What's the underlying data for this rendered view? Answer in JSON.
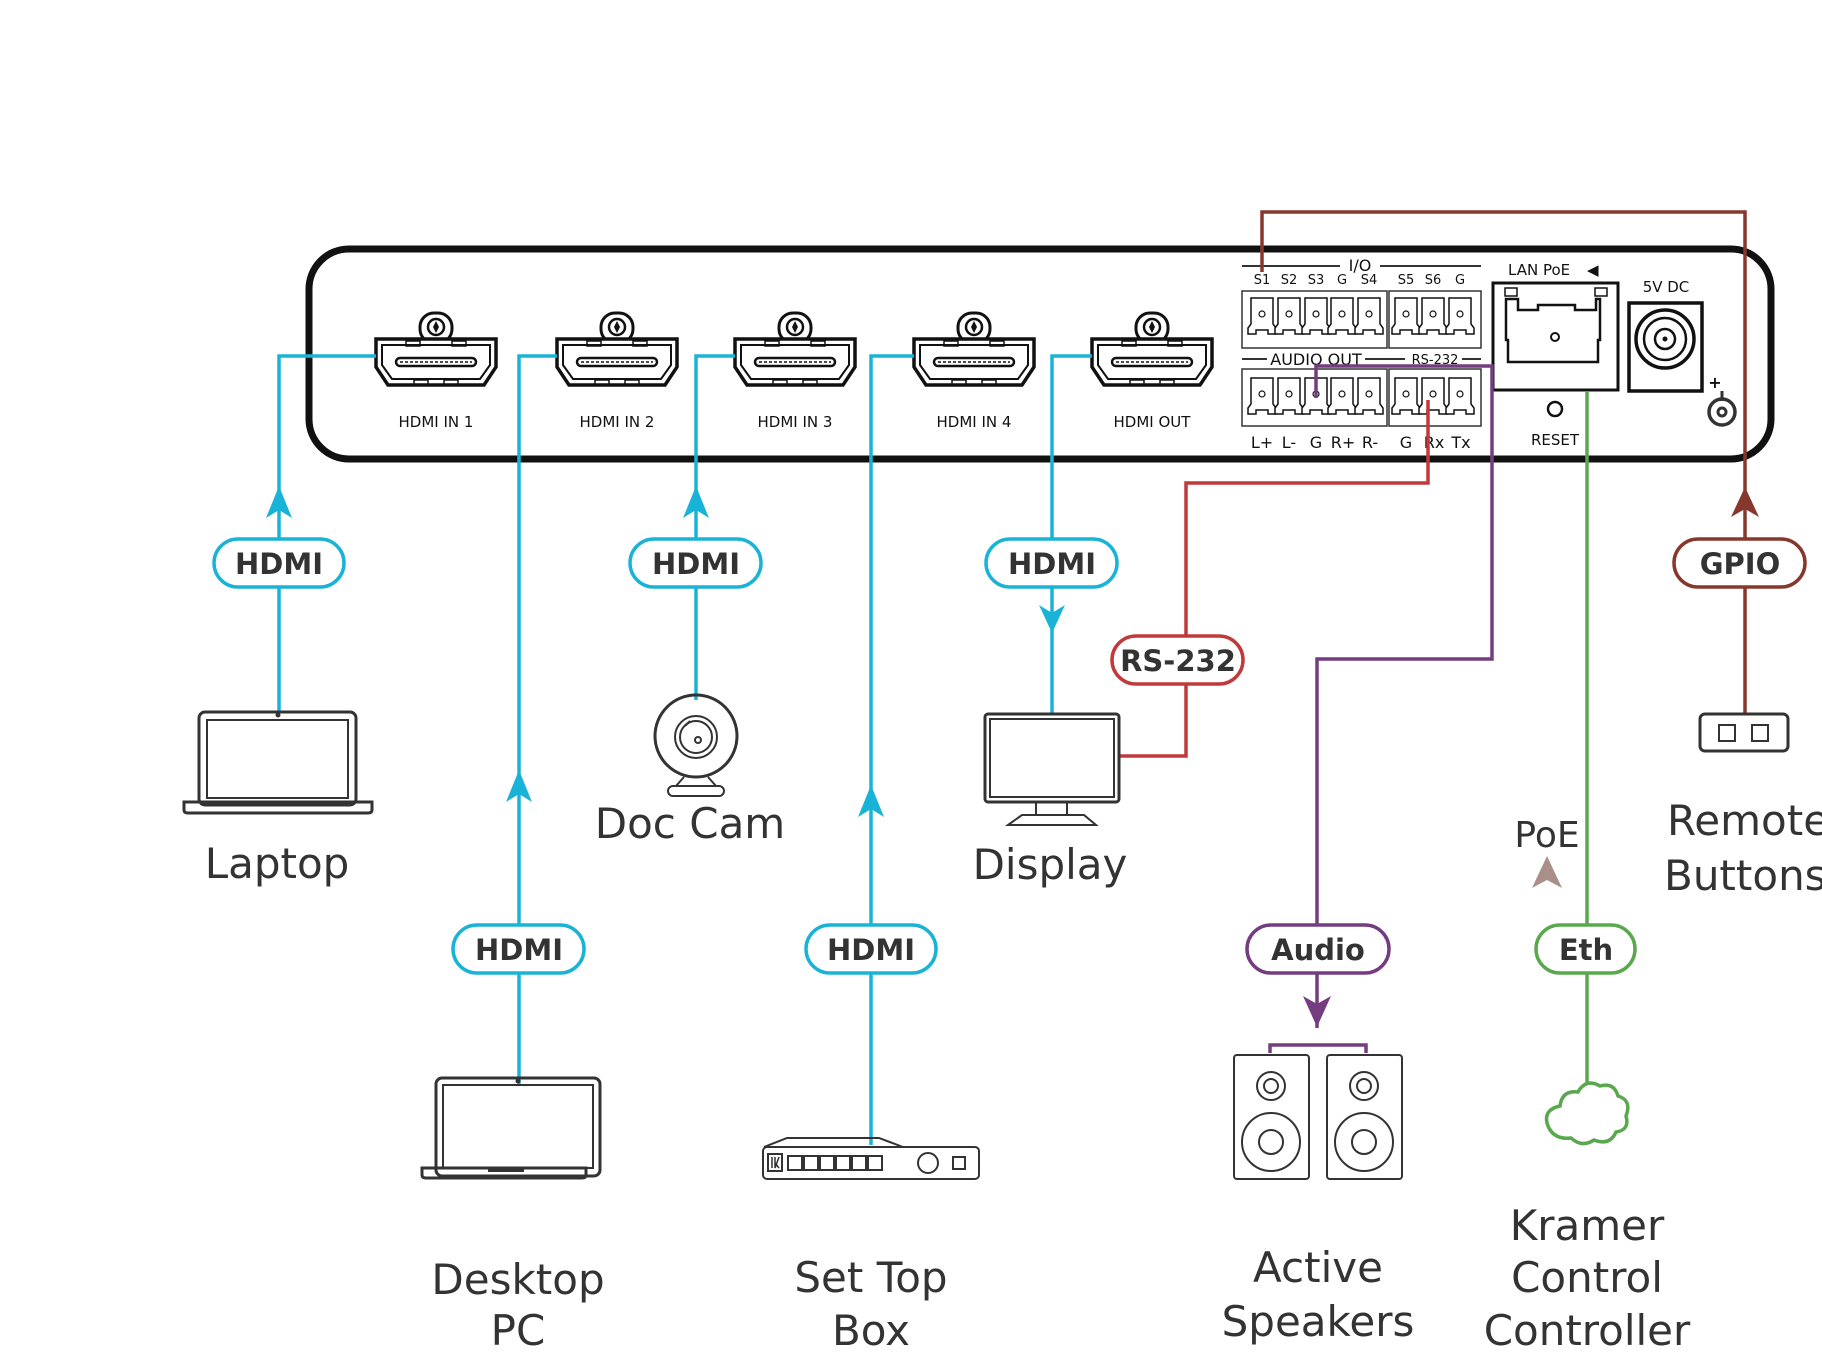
{
  "diagram": {
    "colors": {
      "hdmi": "#1ab3d8",
      "rs232": "#c0393b",
      "gpio": "#87382c",
      "audio": "#743d7f",
      "eth": "#5aa84e",
      "poe_arrow": "#a98f88",
      "device_stroke": "#111111",
      "text": "#333333"
    },
    "device": {
      "ports": [
        {
          "id": "hdmi-in-1",
          "label": "HDMI  IN 1"
        },
        {
          "id": "hdmi-in-2",
          "label": "HDMI  IN 2"
        },
        {
          "id": "hdmi-in-3",
          "label": "HDMI  IN 3"
        },
        {
          "id": "hdmi-in-4",
          "label": "HDMI  IN 4"
        },
        {
          "id": "hdmi-out",
          "label": "HDMI  OUT"
        }
      ],
      "io_header": "I/O",
      "io_pins": [
        "S1",
        "S2",
        "S3",
        "G",
        "S4",
        "S5",
        "S6",
        "G"
      ],
      "audio_out_header": "AUDIO OUT",
      "rs232_header": "RS-232",
      "bottom_pins": [
        "L+",
        "L-",
        "G",
        "R+",
        "R-",
        "G",
        "Rx",
        "Tx"
      ],
      "lan_label": "LAN PoE",
      "lan_arrow": "◀",
      "reset_label": "RESET",
      "power_label": "5V DC",
      "power_polarity": "+"
    },
    "cables": {
      "laptop": "HDMI",
      "desktop": "HDMI",
      "doccam": "HDMI",
      "settop": "HDMI",
      "display_hdmi": "HDMI",
      "display_rs232": "RS-232",
      "audio": "Audio",
      "eth": "Eth",
      "gpio": "GPIO"
    },
    "devices": {
      "laptop": "Laptop",
      "desktop_line1": "Desktop",
      "desktop_line2": "PC",
      "doccam": "Doc Cam",
      "settop_line1": "Set Top",
      "settop_line2": "Box",
      "display": "Display",
      "speakers_line1": "Active",
      "speakers_line2": "Speakers",
      "controller_line1": "Kramer",
      "controller_line2": "Control",
      "controller_line3": "Controller",
      "remote_line1": "Remote",
      "remote_line2": "Buttons"
    },
    "poe_label": "PoE"
  }
}
